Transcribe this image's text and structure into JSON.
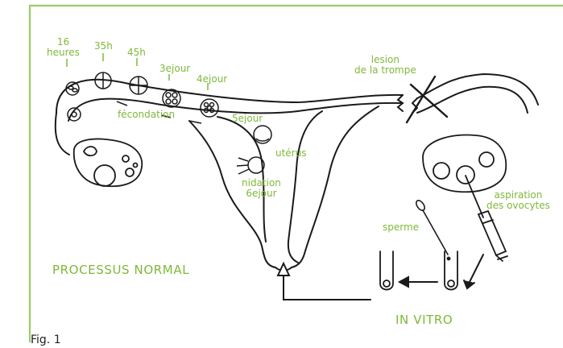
{
  "colors": {
    "frame": "#9ccc65",
    "label": "#7fb83a",
    "ink": "#1a1a1a",
    "page": "#ffffff"
  },
  "labels": {
    "heures16": "16\nheures",
    "h35": "35h",
    "h45": "45h",
    "jour3": "3ejour",
    "jour4": "4ejour",
    "jour5": "5ejour",
    "fecondation": "fécondation",
    "uterus": "utérus",
    "nidation": "nidation\n6ejour",
    "lesion": "lesion\nde la trompe",
    "aspiration": "aspiration\ndes ovocytes",
    "sperme": "sperme",
    "processus": "PROCESSUS NORMAL",
    "invitro": "IN VITRO",
    "fig": "Fig. 1"
  }
}
